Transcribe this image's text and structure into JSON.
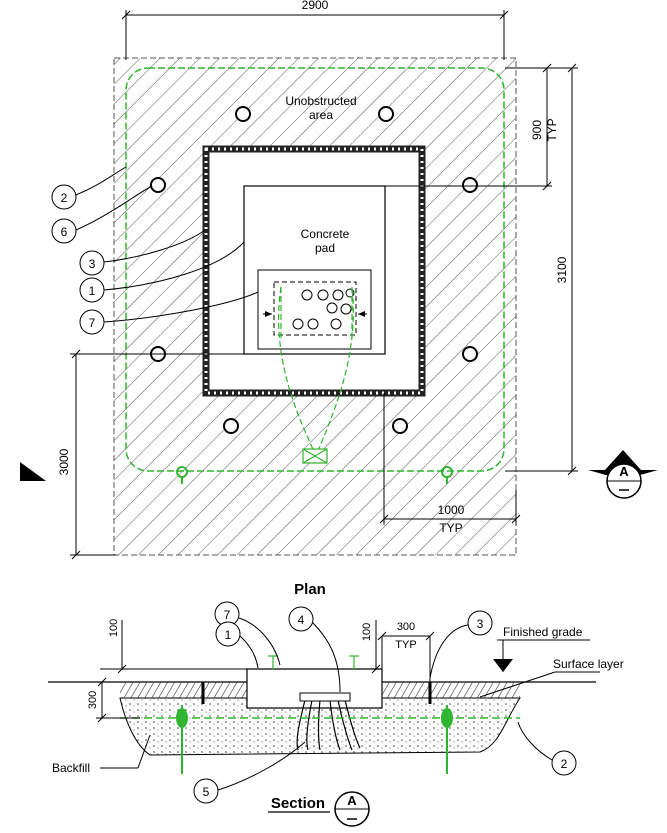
{
  "plan": {
    "title": "Plan",
    "dim_width": "2900",
    "dim_900": "900",
    "dim_typ": "TYP",
    "dim_3100": "3100",
    "dim_3000": "3000",
    "dim_1000": "1000",
    "dim_1000_typ": "TYP",
    "unobstructed_line1": "Unobstructed",
    "unobstructed_line2": "area",
    "concrete_line1": "Concrete",
    "concrete_line2": "pad",
    "callouts": [
      "2",
      "6",
      "3",
      "1",
      "7"
    ],
    "section_marker_letter": "A"
  },
  "section": {
    "title": "Section",
    "marker_letter": "A",
    "dim_100_left": "100",
    "dim_300_left": "300",
    "dim_100_mid": "100",
    "dim_300_top": "300",
    "dim_300_typ": "TYP",
    "finished_grade": "Finished grade",
    "surface_layer": "Surface layer",
    "backfill": "Backfill",
    "callouts": [
      "7",
      "1",
      "4",
      "3",
      "5",
      "2"
    ]
  },
  "colors": {
    "earthing": "#2fb52f",
    "line": "#000000"
  }
}
